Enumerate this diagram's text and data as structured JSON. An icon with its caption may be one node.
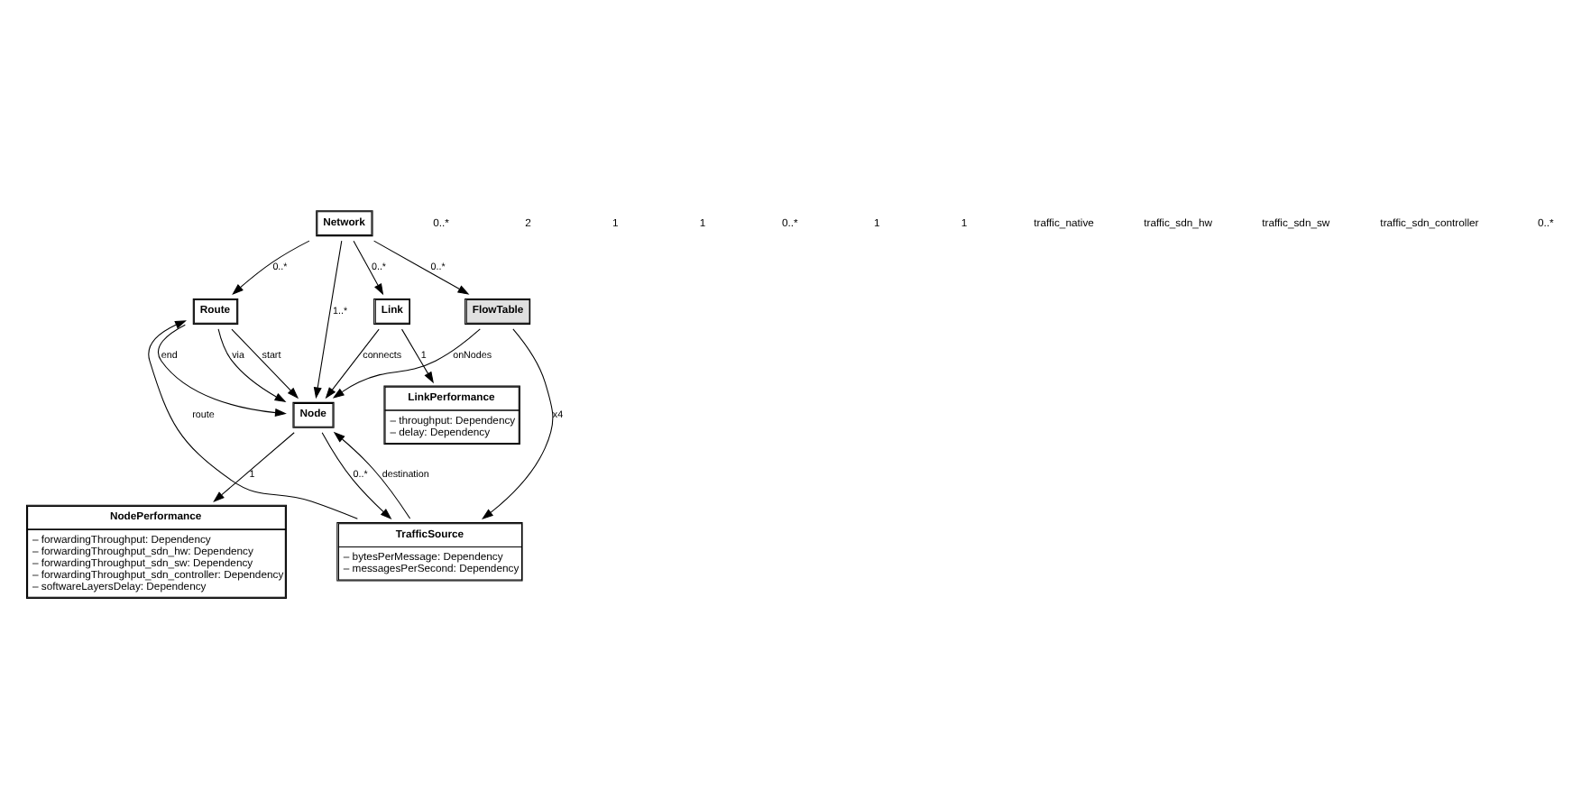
{
  "diagram": {
    "nodes": [
      {
        "text": [
          "Network"
        ]
      },
      {
        "text": [
          "Route"
        ]
      },
      {
        "text": [
          "Node"
        ]
      },
      {
        "text": [
          "Link"
        ]
      },
      {
        "text": [
          "FlowTable"
        ]
      },
      {
        "text": [
          "LinkPerformance",
          "– throughput: Dependency",
          "– delay: Dependency"
        ]
      },
      {
        "text": [
          "TrafficSource",
          "– bytesPerMessage: Dependency",
          "– messagesPerSecond: Dependency"
        ]
      },
      {
        "text": [
          "NodePerformance",
          "– forwardingThroughput: Dependency",
          "– forwardingThroughput_sdn_hw: Dependency",
          "– forwardingThroughput_sdn_sw: Dependency",
          "– forwardingThroughput_sdn_controller: Dependency",
          "– softwareLayersDelay: Dependency"
        ]
      }
    ],
    "edges": [
      {
        "from": 0,
        "to": 4,
        "arrow": "to",
        "label": "0..*"
      },
      {
        "from": 0,
        "to": 1,
        "arrow": "to",
        "label": "0..*"
      },
      {
        "from": 0,
        "to": 2,
        "arrow": "to",
        "label": "1..*"
      },
      {
        "from": 0,
        "to": 3,
        "arrow": "to",
        "label": "0..*"
      },
      {
        "from": 4,
        "to": 2,
        "arrow": "to",
        "label": "onNodes"
      },
      {
        "from": 1,
        "to": 2,
        "arrow": "to",
        "label": "start"
      },
      {
        "from": 1,
        "to": 2,
        "arrow": "to",
        "label": "end"
      },
      {
        "from": 1,
        "to": 2,
        "arrow": "to",
        "label": "via"
      },
      {
        "from": 3,
        "to": 2,
        "arrow": "to",
        "label": "connects"
      },
      {
        "from": 3,
        "to": 5,
        "arrow": "to",
        "label": "1"
      },
      {
        "from": 2,
        "to": 7,
        "arrow": "to",
        "label": "1"
      },
      {
        "from": 2,
        "to": 6,
        "arrow": "to",
        "label": "0..*"
      },
      {
        "from": 6,
        "to": 1,
        "arrow": "to",
        "label": "route"
      },
      {
        "from": 6,
        "to": 2,
        "arrow": "to",
        "label": "destination"
      },
      {
        "from": 4,
        "to": 6,
        "arrow": "to",
        "label": "x4"
      }
    ],
    "labels": [
      "0..*",
      "2",
      "1",
      "1",
      "0..*",
      "1",
      "1",
      "traffic_native",
      "traffic_sdn_hw",
      "traffic_sdn_sw",
      "traffic_sdn_controller",
      "0..*"
    ]
  }
}
